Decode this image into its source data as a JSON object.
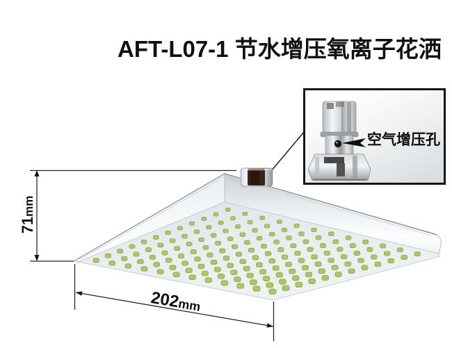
{
  "header": {
    "title": "AFT-L07-1 节水增压氧离子花洒"
  },
  "callout": {
    "label": "空气增压孔"
  },
  "dimensions": {
    "height": {
      "value": "71",
      "unit": "mm"
    },
    "width": {
      "value": "202",
      "unit": "mm"
    }
  },
  "product": {
    "nozzle_grid": {
      "rows": 12,
      "cols": 12
    },
    "colors": {
      "nozzle": "#abc75f",
      "nozzle_edge": "#8aa544",
      "face": "#e8edf0",
      "chrome": "#dfe3e7",
      "annotation_line": "#1f1f1f"
    }
  }
}
